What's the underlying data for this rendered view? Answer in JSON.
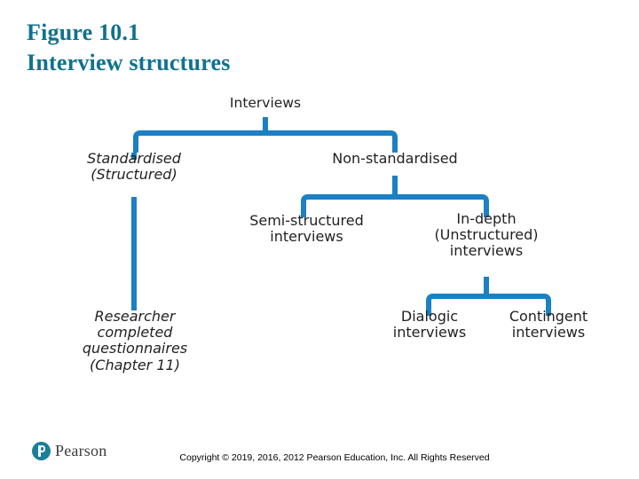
{
  "slide": {
    "title_lines": [
      "Figure 10.1",
      "Interview structures"
    ],
    "title_color": "#10718f",
    "background": "#ffffff"
  },
  "diagram": {
    "type": "tree",
    "connector_color": "#1b80c4",
    "text_color": "#221f1f",
    "nodes": [
      {
        "id": "interviews",
        "label": "Interviews",
        "style": "upright",
        "level": 0
      },
      {
        "id": "standardised",
        "label": "Standardised\n(Structured)",
        "style": "italic",
        "level": 1
      },
      {
        "id": "non-standardised",
        "label": "Non-standardised",
        "style": "upright",
        "level": 1
      },
      {
        "id": "semi-structured",
        "label": "Semi-structured\ninterviews",
        "style": "upright",
        "level": 2
      },
      {
        "id": "in-depth",
        "label": "In-depth\n(Unstructured)\ninterviews",
        "style": "upright",
        "level": 2
      },
      {
        "id": "researcher",
        "label": "Researcher\ncompleted\nquestionnaires\n(Chapter 11)",
        "style": "italic",
        "level": 2
      },
      {
        "id": "dialogic",
        "label": "Dialogic\ninterviews",
        "style": "upright",
        "level": 3
      },
      {
        "id": "contingent",
        "label": "Contingent\ninterviews",
        "style": "upright",
        "level": 3
      }
    ],
    "edges": [
      {
        "from": "interviews",
        "to": "standardised"
      },
      {
        "from": "interviews",
        "to": "non-standardised"
      },
      {
        "from": "standardised",
        "to": "researcher"
      },
      {
        "from": "non-standardised",
        "to": "semi-structured"
      },
      {
        "from": "non-standardised",
        "to": "in-depth"
      },
      {
        "from": "in-depth",
        "to": "dialogic"
      },
      {
        "from": "in-depth",
        "to": "contingent"
      }
    ]
  },
  "footer": {
    "logo_word": "Pearson",
    "logo_color": "#1a7f99",
    "copyright": "Copyright © 2019, 2016, 2012 Pearson Education, Inc. All Rights Reserved"
  }
}
